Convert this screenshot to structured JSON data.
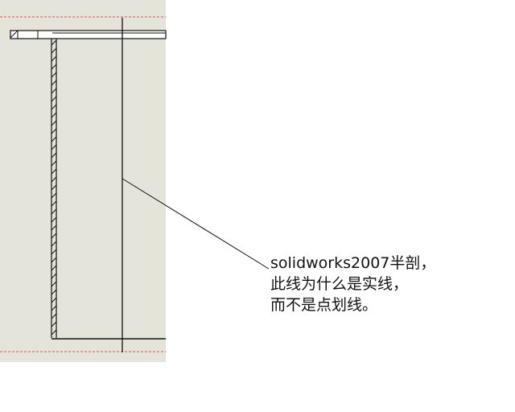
{
  "colors": {
    "viewport_background": "#e5e4da",
    "page_background": "#ffffff",
    "outline": "#111111",
    "section_line": "#e05555",
    "annotation_text": "#111111"
  },
  "annotation": {
    "lines": [
      "solidworks2007半剖，",
      "此线为什么是实线，",
      "而不是点划线。"
    ]
  }
}
